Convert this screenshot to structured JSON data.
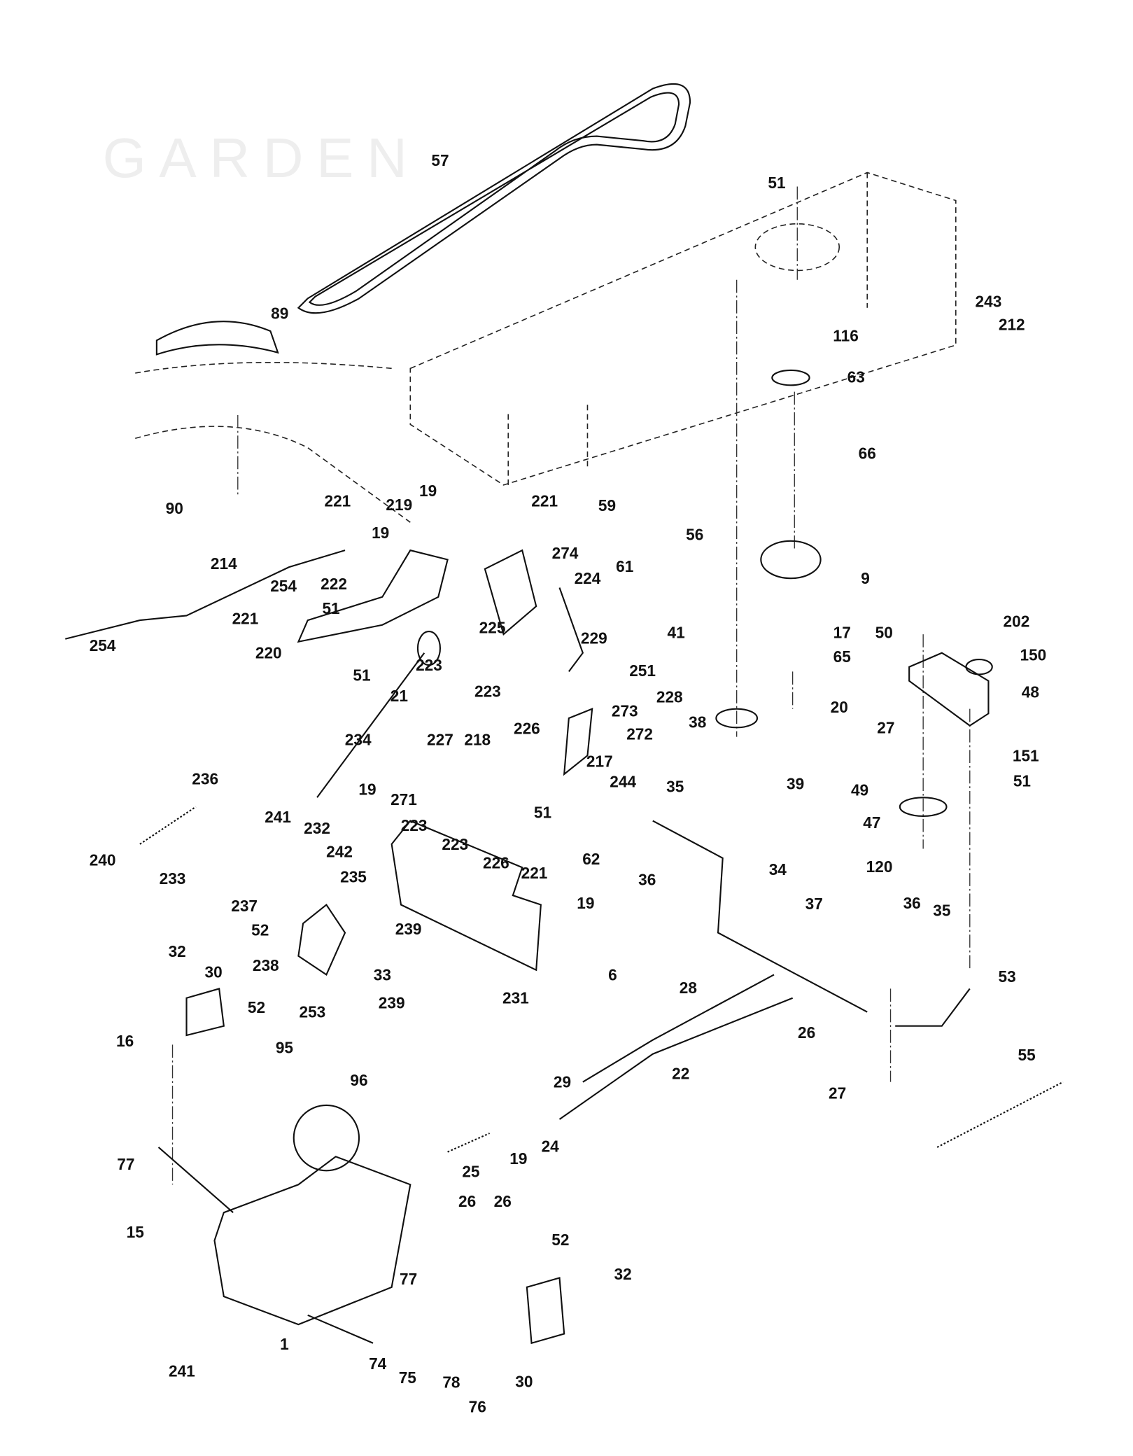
{
  "diagram": {
    "type": "exploded parts diagram",
    "watermark_text": "GARDEN",
    "callouts": [
      "57",
      "51",
      "243",
      "212",
      "116",
      "89",
      "63",
      "66",
      "90",
      "19",
      "219",
      "221",
      "221",
      "19",
      "59",
      "56",
      "61",
      "9",
      "274",
      "224",
      "214",
      "254",
      "222",
      "51",
      "221",
      "254",
      "220",
      "51",
      "225",
      "229",
      "223",
      "251",
      "228",
      "41",
      "17",
      "65",
      "50",
      "202",
      "150",
      "48",
      "20",
      "38",
      "223",
      "226",
      "273",
      "272",
      "21",
      "234",
      "227",
      "218",
      "217",
      "244",
      "35",
      "39",
      "27",
      "151",
      "51",
      "49",
      "47",
      "236",
      "19",
      "271",
      "223",
      "223",
      "226",
      "51",
      "62",
      "36",
      "240",
      "241",
      "232",
      "233",
      "242",
      "237",
      "235",
      "221",
      "19",
      "34",
      "37",
      "120",
      "36",
      "35",
      "52",
      "238",
      "239",
      "33",
      "239",
      "231",
      "6",
      "32",
      "30",
      "52",
      "53",
      "28",
      "253",
      "16",
      "26",
      "95",
      "96",
      "22",
      "29",
      "27",
      "55",
      "77",
      "24",
      "19",
      "25",
      "26",
      "26",
      "15",
      "52",
      "32",
      "77",
      "1",
      "241",
      "74",
      "75",
      "78",
      "76",
      "30"
    ]
  }
}
